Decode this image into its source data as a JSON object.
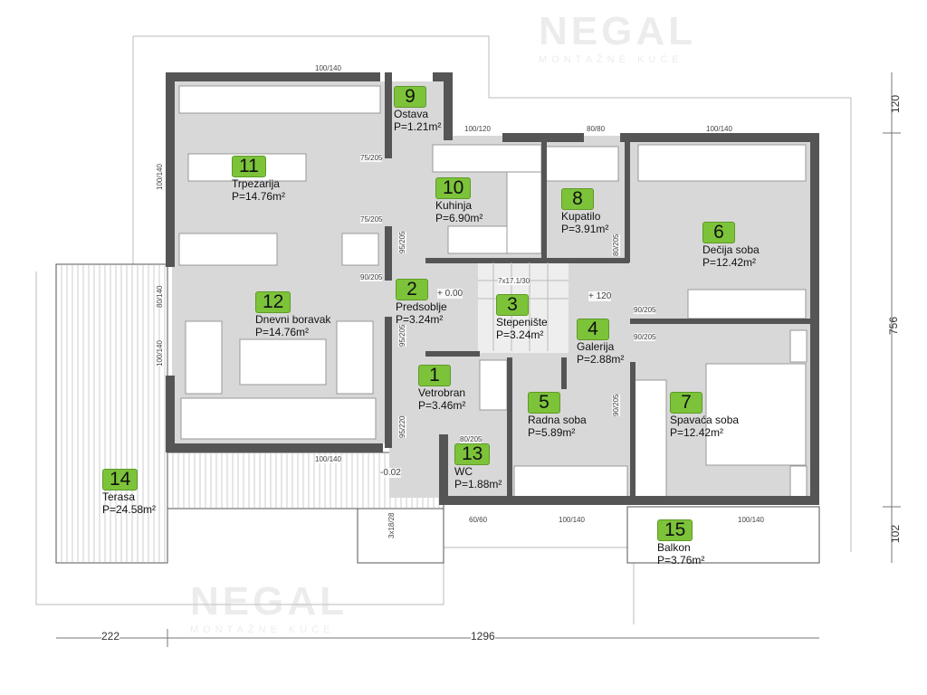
{
  "brand": {
    "name": "NEGAL",
    "tagline": "MONTAŽNE KUĆE"
  },
  "rooms": [
    {
      "num": "1",
      "name": "Vetrobran",
      "area": "P=3.46m²"
    },
    {
      "num": "2",
      "name": "Predsoblje",
      "area": "P=3.24m²"
    },
    {
      "num": "3",
      "name": "Stepenište",
      "area": "P=3.24m²"
    },
    {
      "num": "4",
      "name": "Galerija",
      "area": "P=2.88m²"
    },
    {
      "num": "5",
      "name": "Radna soba",
      "area": "P=5.89m²"
    },
    {
      "num": "6",
      "name": "Dečija soba",
      "area": "P=12.42m²"
    },
    {
      "num": "7",
      "name": "Spavaća soba",
      "area": "P=12.42m²"
    },
    {
      "num": "8",
      "name": "Kupatilo",
      "area": "P=3.91m²"
    },
    {
      "num": "9",
      "name": "Ostava",
      "area": "P=1.21m²"
    },
    {
      "num": "10",
      "name": "Kuhinja",
      "area": "P=6.90m²"
    },
    {
      "num": "11",
      "name": "Trpezarija",
      "area": "P=14.76m²"
    },
    {
      "num": "12",
      "name": "Dnevni boravak",
      "area": "P=14.76m²"
    },
    {
      "num": "13",
      "name": "WC",
      "area": "P=1.88m²"
    },
    {
      "num": "14",
      "name": "Terasa",
      "area": "P=24.58m²"
    },
    {
      "num": "15",
      "name": "Balkon",
      "area": "P=3.76m²"
    }
  ],
  "openings": [
    "100/140",
    "100/120",
    "80/80",
    "100/140",
    "75/205",
    "75/205",
    "95/205",
    "90/205",
    "95/205",
    "95/220",
    "80/205",
    "80/205",
    "90/205",
    "90/205",
    "90/205",
    "60/60",
    "100/140",
    "100/140",
    "100/140",
    "100/140",
    "80/140",
    "100/140",
    "3x18/28",
    "7x17.1/30"
  ],
  "levels": [
    "+ 0.00",
    "+ 120",
    "-0.02"
  ],
  "dimensions": {
    "right_total": "756",
    "right_top": "120",
    "right_bottom": "102",
    "bottom_left": "222",
    "bottom_total": "1296"
  }
}
